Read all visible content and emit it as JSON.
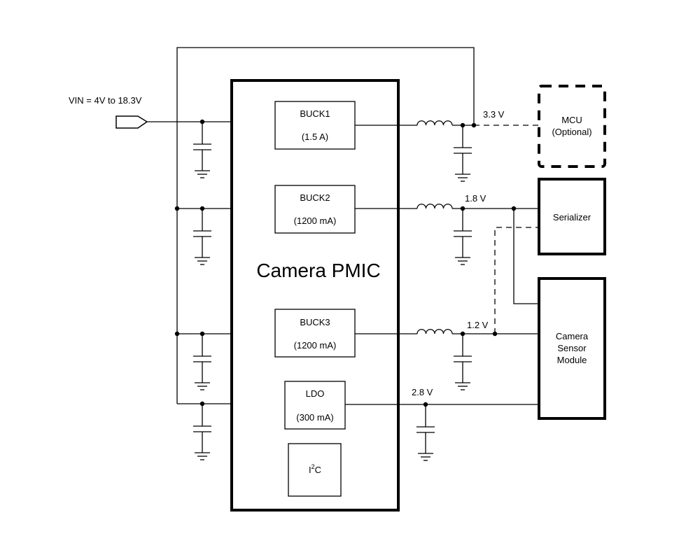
{
  "vin_label": "VIN = 4V to 18.3V",
  "pmic": {
    "title": "Camera PMIC"
  },
  "blocks": {
    "buck1": {
      "name": "BUCK1",
      "rating": "(1.5 A)"
    },
    "buck2": {
      "name": "BUCK2",
      "rating": "(1200 mA)"
    },
    "buck3": {
      "name": "BUCK3",
      "rating": "(1200 mA)"
    },
    "ldo": {
      "name": "LDO",
      "rating": "(300 mA)"
    },
    "i2c": {
      "main": "I",
      "sup": "2",
      "suffix": "C"
    }
  },
  "rails": {
    "r33": "3.3 V",
    "r18": "1.8 V",
    "r12": "1.2 V",
    "r28": "2.8 V"
  },
  "loads": {
    "mcu": {
      "line1": "MCU",
      "line2": "(Optional)"
    },
    "serializer": {
      "label": "Serializer"
    },
    "camera": {
      "line1": "Camera",
      "line2": "Sensor",
      "line3": "Module"
    }
  }
}
